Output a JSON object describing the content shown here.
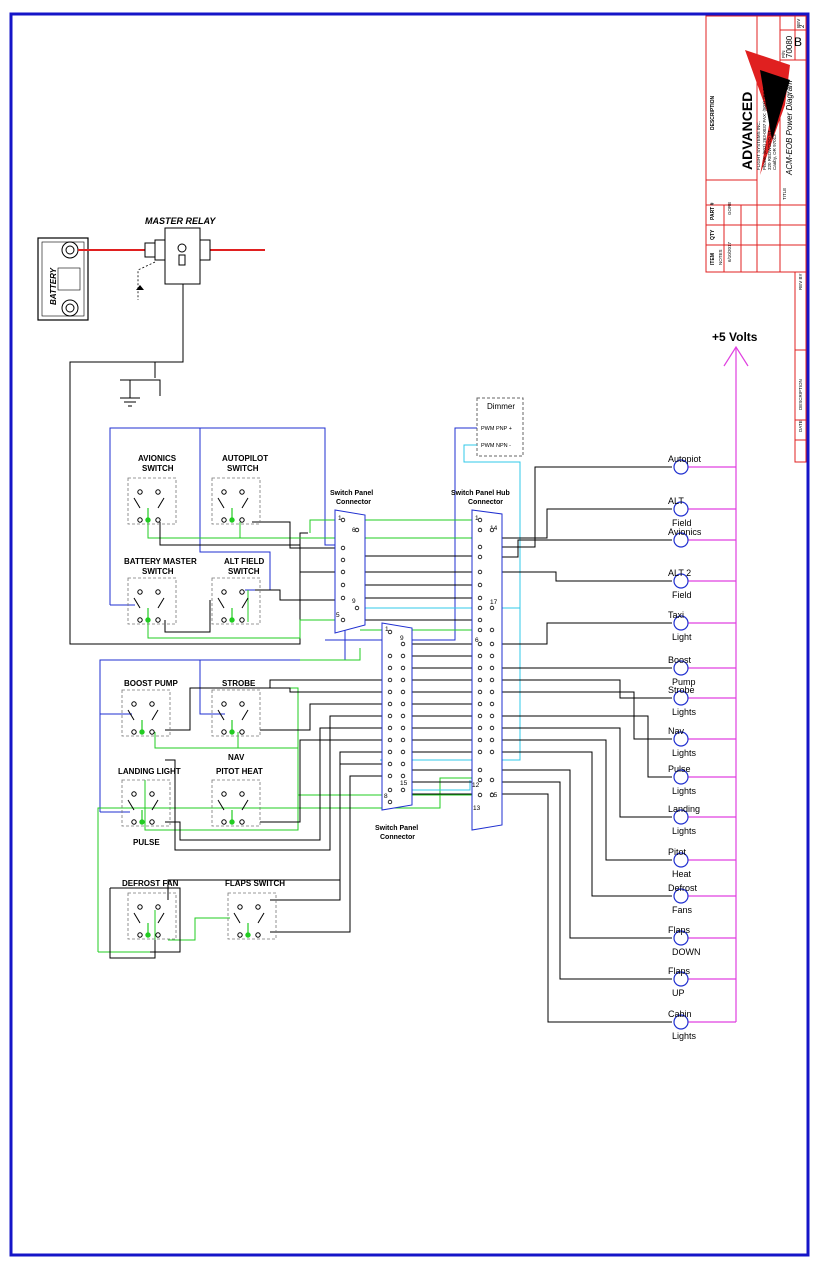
{
  "colors": {
    "border": "#1515c8",
    "blue": "#1f2fd0",
    "green": "#22cc22",
    "cyan": "#30c8e8",
    "magenta": "#e040e0",
    "red": "#e02020",
    "black": "#000000"
  },
  "components": {
    "battery": "BATTERY",
    "master_relay": "MASTER RELAY",
    "dimmer": {
      "title": "Dimmer",
      "pnp": "PWM  PNP +",
      "npn": "PWM NPN -"
    },
    "supply": "+5 Volts"
  },
  "switches": {
    "avionics": [
      "AVIONICS",
      "SWITCH"
    ],
    "autopilot": [
      "AUTOPILOT",
      "SWITCH"
    ],
    "battery_master": [
      "BATTERY MASTER",
      "SWITCH"
    ],
    "alt_field": [
      "ALT FIELD",
      "SWITCH"
    ],
    "boost_pump": "BOOST PUMP",
    "strobe": "STROBE",
    "nav": "NAV",
    "landing_light": "LANDING LIGHT",
    "pitot_heat": "PITOT HEAT",
    "pulse": "PULSE",
    "defrost_fan": "DEFROST FAN",
    "flaps_switch": "FLAPS SWITCH"
  },
  "connectors": {
    "switch_panel_top": [
      "Switch Panel",
      "Connector"
    ],
    "hub": [
      "Switch Panel Hub",
      "Connector"
    ],
    "switch_panel_bottom": [
      "Switch Panel",
      "Connector"
    ]
  },
  "pins": {
    "a1": "1",
    "a6": "6",
    "a9": "9",
    "a5": "5",
    "h1": "1",
    "h14": "14",
    "h17": "17",
    "h6": "6",
    "b1": "1",
    "b9": "9",
    "b15": "15",
    "b8": "8",
    "h12": "12",
    "h25": "25",
    "h13": "13"
  },
  "outputs": [
    {
      "line1": "Autopiot",
      "line2": ""
    },
    {
      "line1": "ALT",
      "line2": "Field"
    },
    {
      "line1": "Avionics",
      "line2": ""
    },
    {
      "line1": "ALT 2",
      "line2": "Field"
    },
    {
      "line1": "Taxi",
      "line2": "Light"
    },
    {
      "line1": "Boost",
      "line2": "Pump"
    },
    {
      "line1": "Strobe",
      "line2": "Lights"
    },
    {
      "line1": "Nav",
      "line2": "Lights"
    },
    {
      "line1": "Pulse",
      "line2": "Lights"
    },
    {
      "line1": "Landing",
      "line2": "Lights"
    },
    {
      "line1": "Pitot",
      "line2": "Heat"
    },
    {
      "line1": "Defrost",
      "line2": "Fans"
    },
    {
      "line1": "Flaps",
      "line2": "DOWN"
    },
    {
      "line1": "Flaps",
      "line2": "UP"
    },
    {
      "line1": "Cabin",
      "line2": "Lights"
    }
  ],
  "title_block": {
    "item": "ITEM",
    "qty": "QTY",
    "part": "PART #",
    "description": "DESCRIPTION",
    "notes": "NOTES",
    "company": "ADVANCED",
    "company_sub": "FLIGHT SYSTEMS INC.",
    "phone": "Phone: (503) 263-0037  FAX: (503) 263-0038",
    "address1": "320 REDWOOD ST",
    "address2": "Canby, OR 97013",
    "title_label": "TITLE",
    "title": "ACM-EOB Power Diagram",
    "pn_label": "P/N",
    "pn": "70080",
    "rev_label": "REV",
    "rev": "2",
    "size": "B",
    "date": "6/10/2017",
    "drawn_by": "GORE",
    "rev_by": "REV BY",
    "date_label": "DATE",
    "desc_label": "DESCRIPTION"
  }
}
